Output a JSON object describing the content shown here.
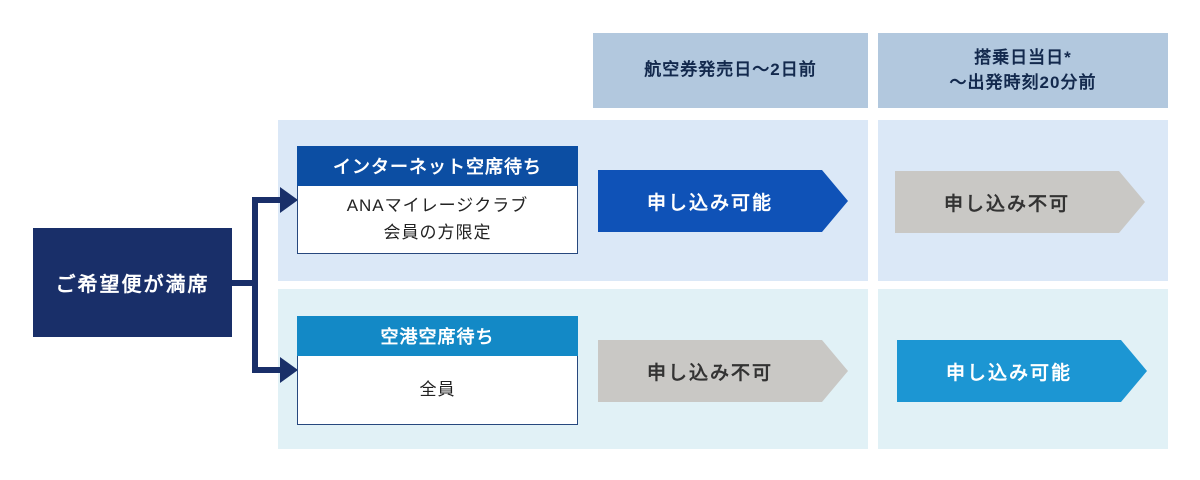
{
  "start": {
    "label": "ご希望便が満席"
  },
  "columns": [
    {
      "label": "航空券発売日〜2日前"
    },
    {
      "label": "搭乗日当日*\n〜出発時刻20分前"
    }
  ],
  "rows": [
    {
      "header": "インターネット空席待ち",
      "eligibility": "ANAマイレージクラブ\n会員の方限定",
      "cells": [
        {
          "label": "申し込み可能",
          "status": "available"
        },
        {
          "label": "申し込み不可",
          "status": "unavailable"
        }
      ]
    },
    {
      "header": "空港空席待ち",
      "eligibility": "全員",
      "cells": [
        {
          "label": "申し込み不可",
          "status": "unavailable"
        },
        {
          "label": "申し込み可能",
          "status": "available"
        }
      ]
    }
  ],
  "colors": {
    "navy": "#192f69",
    "ana_blue": "#0c4ea3",
    "chevron_blue": "#0f52b7",
    "cyan": "#1389c6",
    "chevron_cyan": "#1c96d3",
    "gray": "#c9c8c5",
    "header_bg": "#b2c8de",
    "panel_blue": "#dbe8f7",
    "panel_cyan": "#e1f1f6",
    "header_text": "#13294d",
    "body_text": "#222222",
    "gray_text": "#333333",
    "box_border": "#27487e"
  }
}
